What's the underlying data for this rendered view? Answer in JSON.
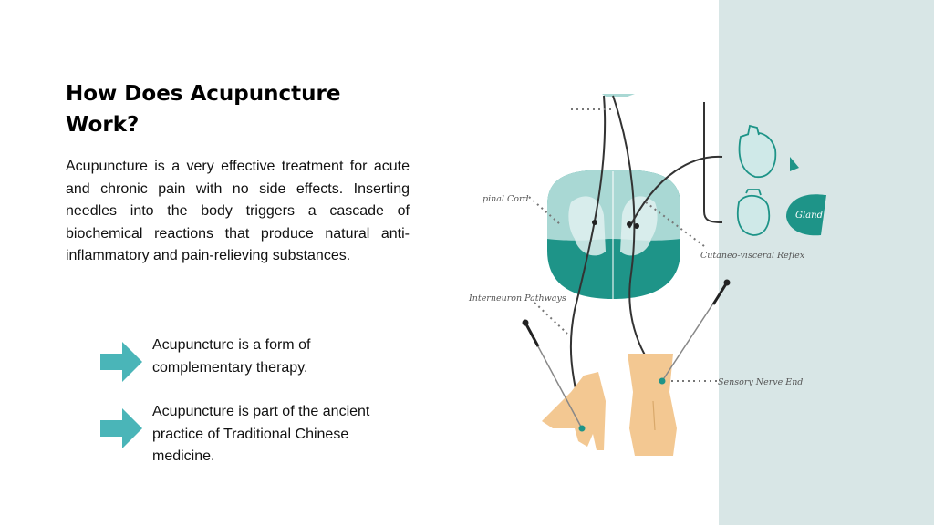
{
  "slide": {
    "title": "How Does Acupuncture Work?",
    "paragraph": "Acupuncture is a very effective treatment for acute and chronic pain with no side effects. Inserting needles into the body triggers a cascade of biochemical reactions that produce natural anti-inflammatory and pain-relieving substances.",
    "bullets": [
      {
        "text": "Acupuncture is a form of complementary therapy."
      },
      {
        "text": "Acupuncture is part of the ancient practice of Traditional Chinese medicine."
      }
    ]
  },
  "diagram": {
    "labels": {
      "spinal_cord": "pinal Cord",
      "cutaneo_visceral": "Cutaneo-visceral Reflex",
      "interneuron": "Interneuron Pathways",
      "sensory_nerve": "Sensory Nerve End",
      "gland": "Gland"
    }
  },
  "colors": {
    "accent": "#4ab5b8",
    "teal_dark": "#1e9488",
    "teal_light": "#a9d8d4",
    "skin": "#f3c892",
    "panel": "#d8e6e6"
  }
}
